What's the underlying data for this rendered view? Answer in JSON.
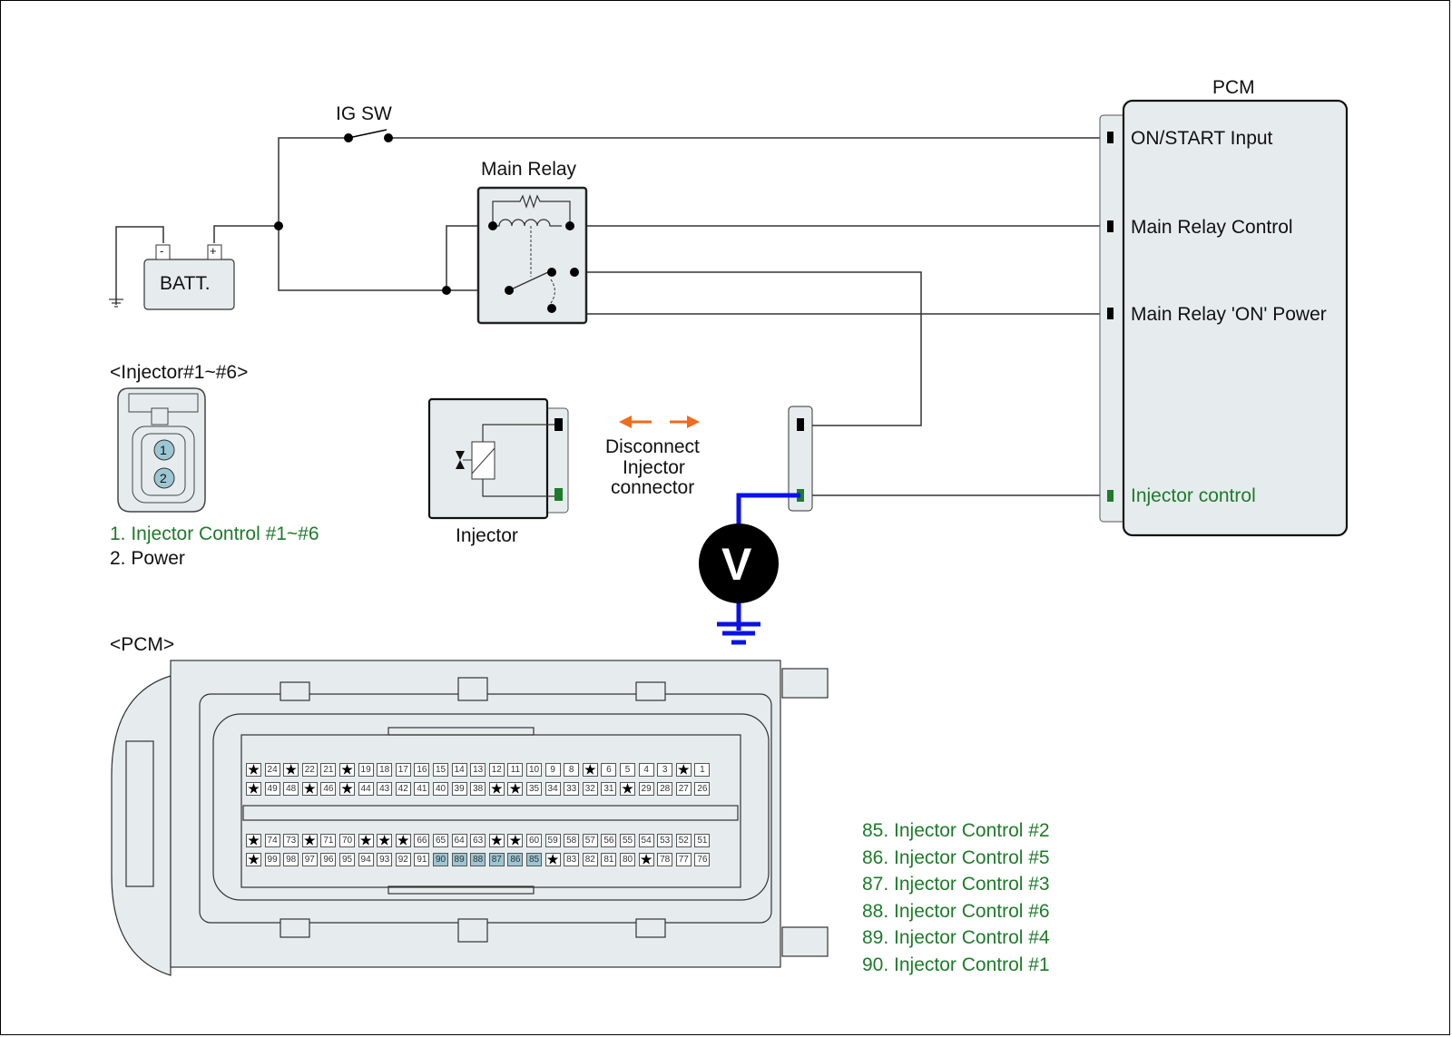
{
  "diagram": {
    "ig_switch_label": "IG SW",
    "main_relay_label": "Main Relay",
    "battery": {
      "label": "BATT.",
      "neg": "-",
      "pos": "+"
    },
    "pcm_block": {
      "title": "PCM",
      "terminals": [
        {
          "label": "ON/START Input",
          "color": "#111111"
        },
        {
          "label": "Main Relay Control",
          "color": "#111111"
        },
        {
          "label": "Main Relay 'ON' Power",
          "color": "#111111"
        },
        {
          "label": "Injector control",
          "color": "#1e7b2a"
        }
      ]
    },
    "injector_label": "Injector",
    "disconnect_note": [
      "Disconnect",
      "Injector",
      "connector"
    ],
    "voltmeter_symbol": "V",
    "colors": {
      "probe_wire": "#0a12e6",
      "arrow": "#f26a1b",
      "signal_green": "#1e7b2a",
      "body_fill": "#e6ecee"
    }
  },
  "injector_connector": {
    "title": "<Injector#1~#6>",
    "pins": [
      "1",
      "2"
    ],
    "legend": [
      {
        "text": "1. Injector Control #1~#6",
        "color": "#1e7b2a"
      },
      {
        "text": "2. Power",
        "color": "#111111"
      }
    ]
  },
  "pcm_connector": {
    "title": "<PCM>",
    "rows": [
      [
        "★",
        "24",
        "★",
        "22",
        "21",
        "★",
        "19",
        "18",
        "17",
        "16",
        "15",
        "14",
        "13",
        "12",
        "11",
        "10",
        "9",
        "8",
        "★",
        "6",
        "5",
        "4",
        "3",
        "★",
        "1"
      ],
      [
        "★",
        "49",
        "48",
        "★",
        "46",
        "★",
        "44",
        "43",
        "42",
        "41",
        "40",
        "39",
        "38",
        "★",
        "★",
        "35",
        "34",
        "33",
        "32",
        "31",
        "★",
        "29",
        "28",
        "27",
        "26"
      ],
      [
        "★",
        "74",
        "73",
        "★",
        "71",
        "70",
        "★",
        "★",
        "★",
        "66",
        "65",
        "64",
        "63",
        "★",
        "★",
        "60",
        "59",
        "58",
        "57",
        "56",
        "55",
        "54",
        "53",
        "52",
        "51"
      ],
      [
        "★",
        "99",
        "98",
        "97",
        "96",
        "95",
        "94",
        "93",
        "92",
        "91",
        "90",
        "89",
        "88",
        "87",
        "86",
        "85",
        "★",
        "83",
        "82",
        "81",
        "80",
        "★",
        "78",
        "77",
        "76"
      ]
    ],
    "highlighted_pins": [
      "85",
      "86",
      "87",
      "88",
      "89",
      "90"
    ],
    "legend": [
      "85. Injector Control  #2",
      "86. Injector Control  #5",
      "87. Injector Control  #3",
      "88. Injector Control  #6",
      "89. Injector Control  #4",
      "90. Injector Control  #1"
    ]
  }
}
